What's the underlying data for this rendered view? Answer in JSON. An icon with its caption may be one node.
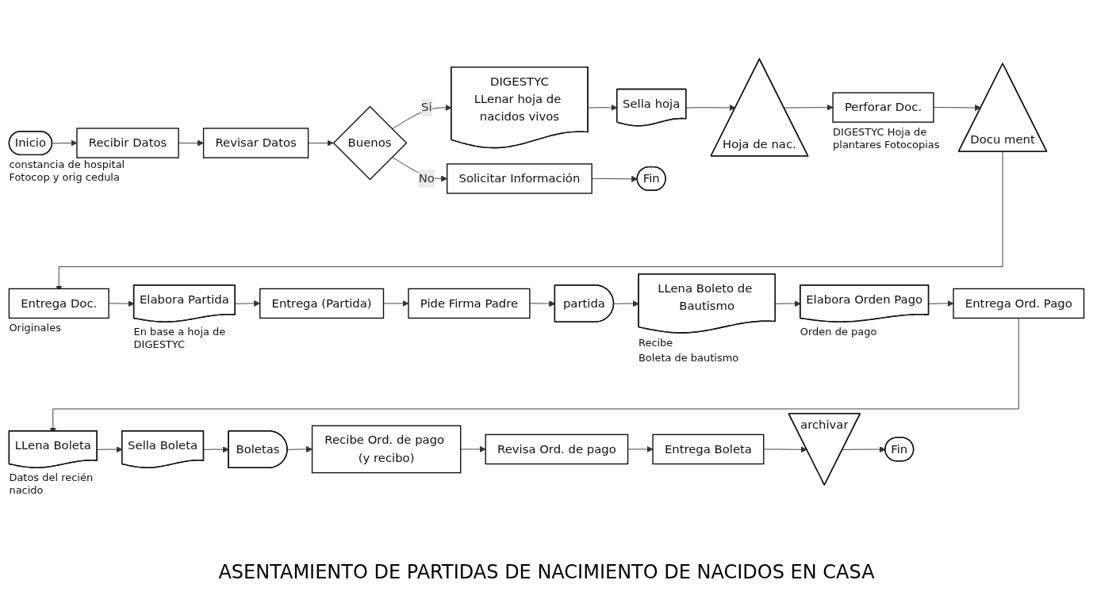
{
  "diagram": {
    "title": "ASENTAMIENTO DE PARTIDAS DE NACIMIENTO DE NACIDOS EN CASA",
    "nodes": [
      {
        "text": [
          "Inicio"
        ],
        "beside": [
          "constancia de hospital Fotocop y orig cedula"
        ]
      },
      {
        "text": [
          "Recibir Datos"
        ]
      },
      {
        "text": [
          "Revisar Datos"
        ]
      },
      {
        "text": [
          "Buenos"
        ]
      },
      {
        "text": [
          "DIGESTYC",
          "LLenar hoja de nacidos vivos"
        ]
      },
      {
        "text": [
          "Sella hoja"
        ]
      },
      {
        "text": [
          "Hoja de nac."
        ]
      },
      {
        "text": [
          "Perforar Doc."
        ],
        "beside": [
          "DIGESTYC Hoja de plantares Fotocopias"
        ]
      },
      {
        "text": [
          "Docu ment"
        ]
      },
      {
        "text": [
          "Solicitar Información"
        ]
      },
      {
        "text": [
          "Fin"
        ]
      },
      {
        "text": [
          "Entrega Doc."
        ],
        "beside": [
          "Originales"
        ]
      },
      {
        "text": [
          "Elabora Partida"
        ],
        "beside": [
          "En base a hoja de DIGESTYC"
        ]
      },
      {
        "text": [
          "Entrega (Partida)"
        ]
      },
      {
        "text": [
          "Pide Firma Padre"
        ]
      },
      {
        "text": [
          "partida"
        ]
      },
      {
        "text": [
          "LLena Boleto de Bautismo"
        ],
        "beside": [
          "Recibe",
          "Boleta de bautismo"
        ]
      },
      {
        "text": [
          "Elabora Orden Pago"
        ],
        "beside": [
          "Orden de pago"
        ]
      },
      {
        "text": [
          "Entrega Ord. Pago"
        ]
      },
      {
        "text": [
          "LLena Boleta"
        ],
        "beside": [
          "Datos del recién nacido"
        ]
      },
      {
        "text": [
          "Sella Boleta"
        ]
      },
      {
        "text": [
          "Boletas"
        ]
      },
      {
        "text": [
          "Recibe Ord. de pago (y recibo)"
        ]
      },
      {
        "text": [
          "Revisa Ord. de pago"
        ]
      },
      {
        "text": [
          "Entrega Boleta"
        ]
      },
      {
        "text": [
          "archivar"
        ]
      },
      {
        "text": [
          "Fin"
        ]
      }
    ],
    "edges": [
      {
        "from": 0,
        "to": 1,
        "arrow": "to"
      },
      {
        "from": 1,
        "to": 2,
        "arrow": "to"
      },
      {
        "from": 2,
        "to": 3,
        "arrow": "to"
      },
      {
        "from": 3,
        "to": 4,
        "arrow": "to",
        "label": "Si"
      },
      {
        "from": 3,
        "to": 9,
        "arrow": "to",
        "label": "No"
      },
      {
        "from": 9,
        "to": 10,
        "arrow": "to"
      },
      {
        "from": 4,
        "to": 5,
        "arrow": "to"
      },
      {
        "from": 5,
        "to": 6,
        "arrow": "to"
      },
      {
        "from": 6,
        "to": 7,
        "arrow": "to"
      },
      {
        "from": 7,
        "to": 8,
        "arrow": "to"
      },
      {
        "from": 8,
        "to": 11,
        "arrow": "to"
      },
      {
        "from": 11,
        "to": 12,
        "arrow": "to"
      },
      {
        "from": 12,
        "to": 13,
        "arrow": "to"
      },
      {
        "from": 13,
        "to": 14,
        "arrow": "to"
      },
      {
        "from": 14,
        "to": 15,
        "arrow": "to"
      },
      {
        "from": 15,
        "to": 16,
        "arrow": "to"
      },
      {
        "from": 16,
        "to": 17,
        "arrow": "to"
      },
      {
        "from": 17,
        "to": 18,
        "arrow": "to"
      },
      {
        "from": 18,
        "to": 19,
        "arrow": "to"
      },
      {
        "from": 19,
        "to": 20,
        "arrow": "to"
      },
      {
        "from": 20,
        "to": 21,
        "arrow": "to"
      },
      {
        "from": 21,
        "to": 22,
        "arrow": "to"
      },
      {
        "from": 22,
        "to": 23,
        "arrow": "to"
      },
      {
        "from": 23,
        "to": 24,
        "arrow": "to"
      },
      {
        "from": 24,
        "to": 25,
        "arrow": "to"
      },
      {
        "from": 25,
        "to": 26,
        "arrow": "to"
      }
    ]
  }
}
